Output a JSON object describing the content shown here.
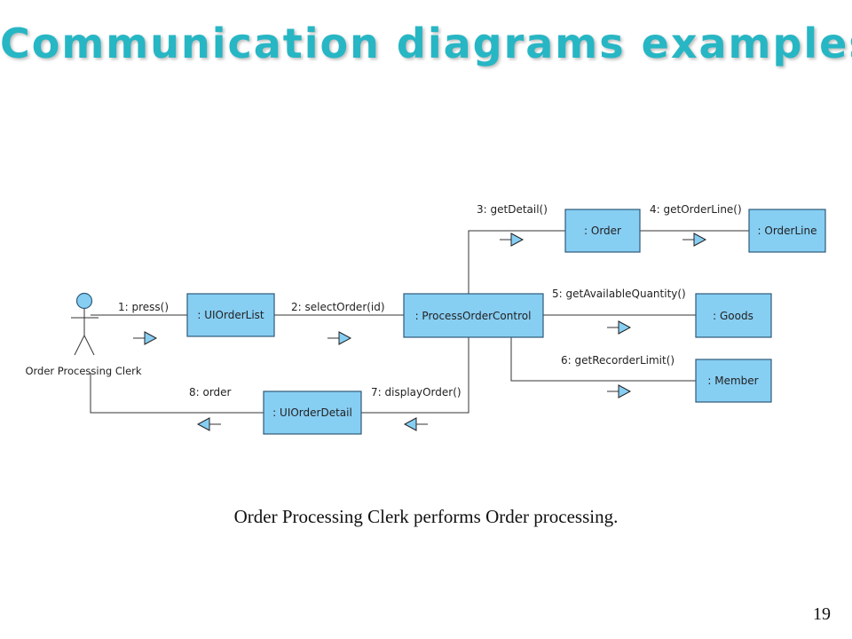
{
  "slide": {
    "title": "Communication diagrams examples",
    "caption": "Order Processing Clerk performs Order processing.",
    "page_number": "19"
  },
  "diagram": {
    "actor": {
      "label": "Order Processing Clerk"
    },
    "objects": {
      "ui_order_list": ": UIOrderList",
      "process_order_control": ": ProcessOrderControl",
      "order": ": Order",
      "order_line": ": OrderLine",
      "goods": ": Goods",
      "member": ": Member",
      "ui_order_detail": ": UIOrderDetail"
    },
    "messages": {
      "m1": "1: press()",
      "m2": "2: selectOrder(id)",
      "m3": "3: getDetail()",
      "m4": "4: getOrderLine()",
      "m5": "5: getAvailableQuantity()",
      "m6": "6: getRecorderLimit()",
      "m7": "7: displayOrder()",
      "m8": "8: order"
    },
    "colors": {
      "object_fill": "#87cef3",
      "object_border": "#2e5a78",
      "title": "#27b6c4"
    }
  }
}
